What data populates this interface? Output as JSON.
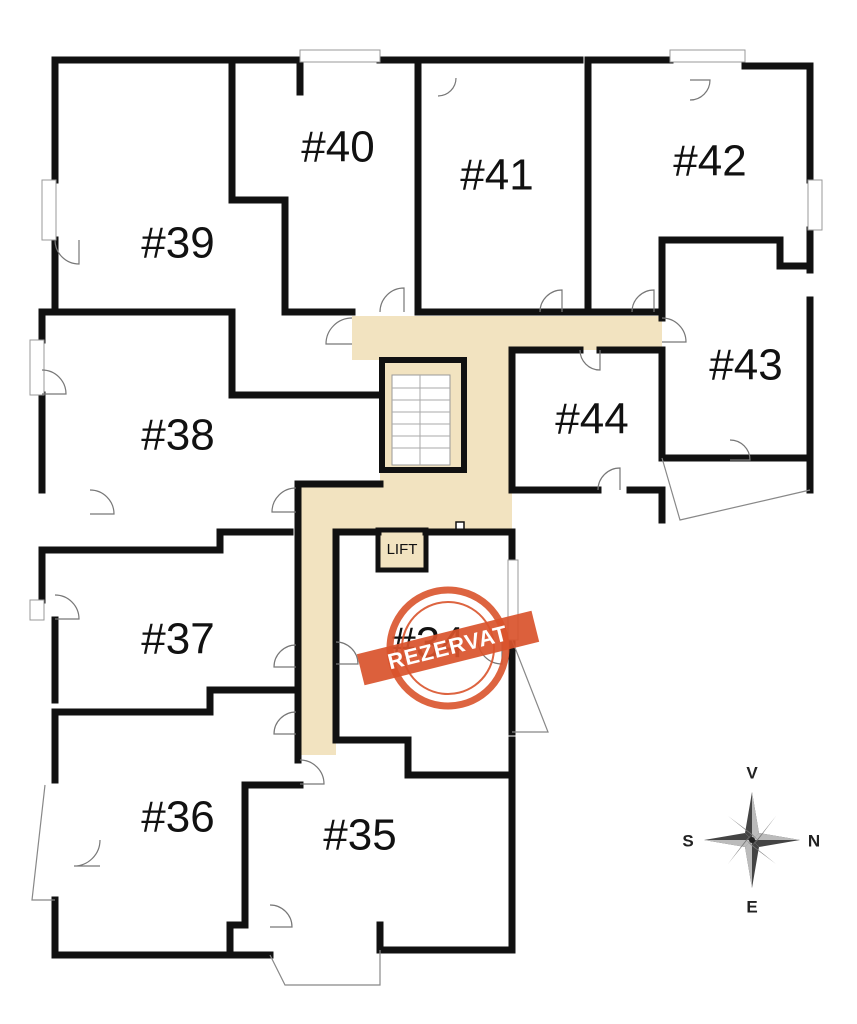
{
  "floor_plan": {
    "corridor_color": "#F2E3C0",
    "wall_color": "#111111",
    "rooms": [
      {
        "id": "39",
        "label": "#39"
      },
      {
        "id": "40",
        "label": "#40"
      },
      {
        "id": "41",
        "label": "#41"
      },
      {
        "id": "42",
        "label": "#42"
      },
      {
        "id": "43",
        "label": "#43"
      },
      {
        "id": "44",
        "label": "#44"
      },
      {
        "id": "38",
        "label": "#38"
      },
      {
        "id": "37",
        "label": "#37"
      },
      {
        "id": "34",
        "label": "#34",
        "status": "reserved"
      },
      {
        "id": "36",
        "label": "#36"
      },
      {
        "id": "35",
        "label": "#35"
      }
    ],
    "lift_label": "LIFT",
    "stairs_icon": "stairs-icon"
  },
  "stamp": {
    "text": "REZERVAT",
    "color": "#D9532B"
  },
  "compass": {
    "icon": "compass-rose-icon",
    "north": "N",
    "south": "S",
    "east": "E",
    "west": "V"
  }
}
